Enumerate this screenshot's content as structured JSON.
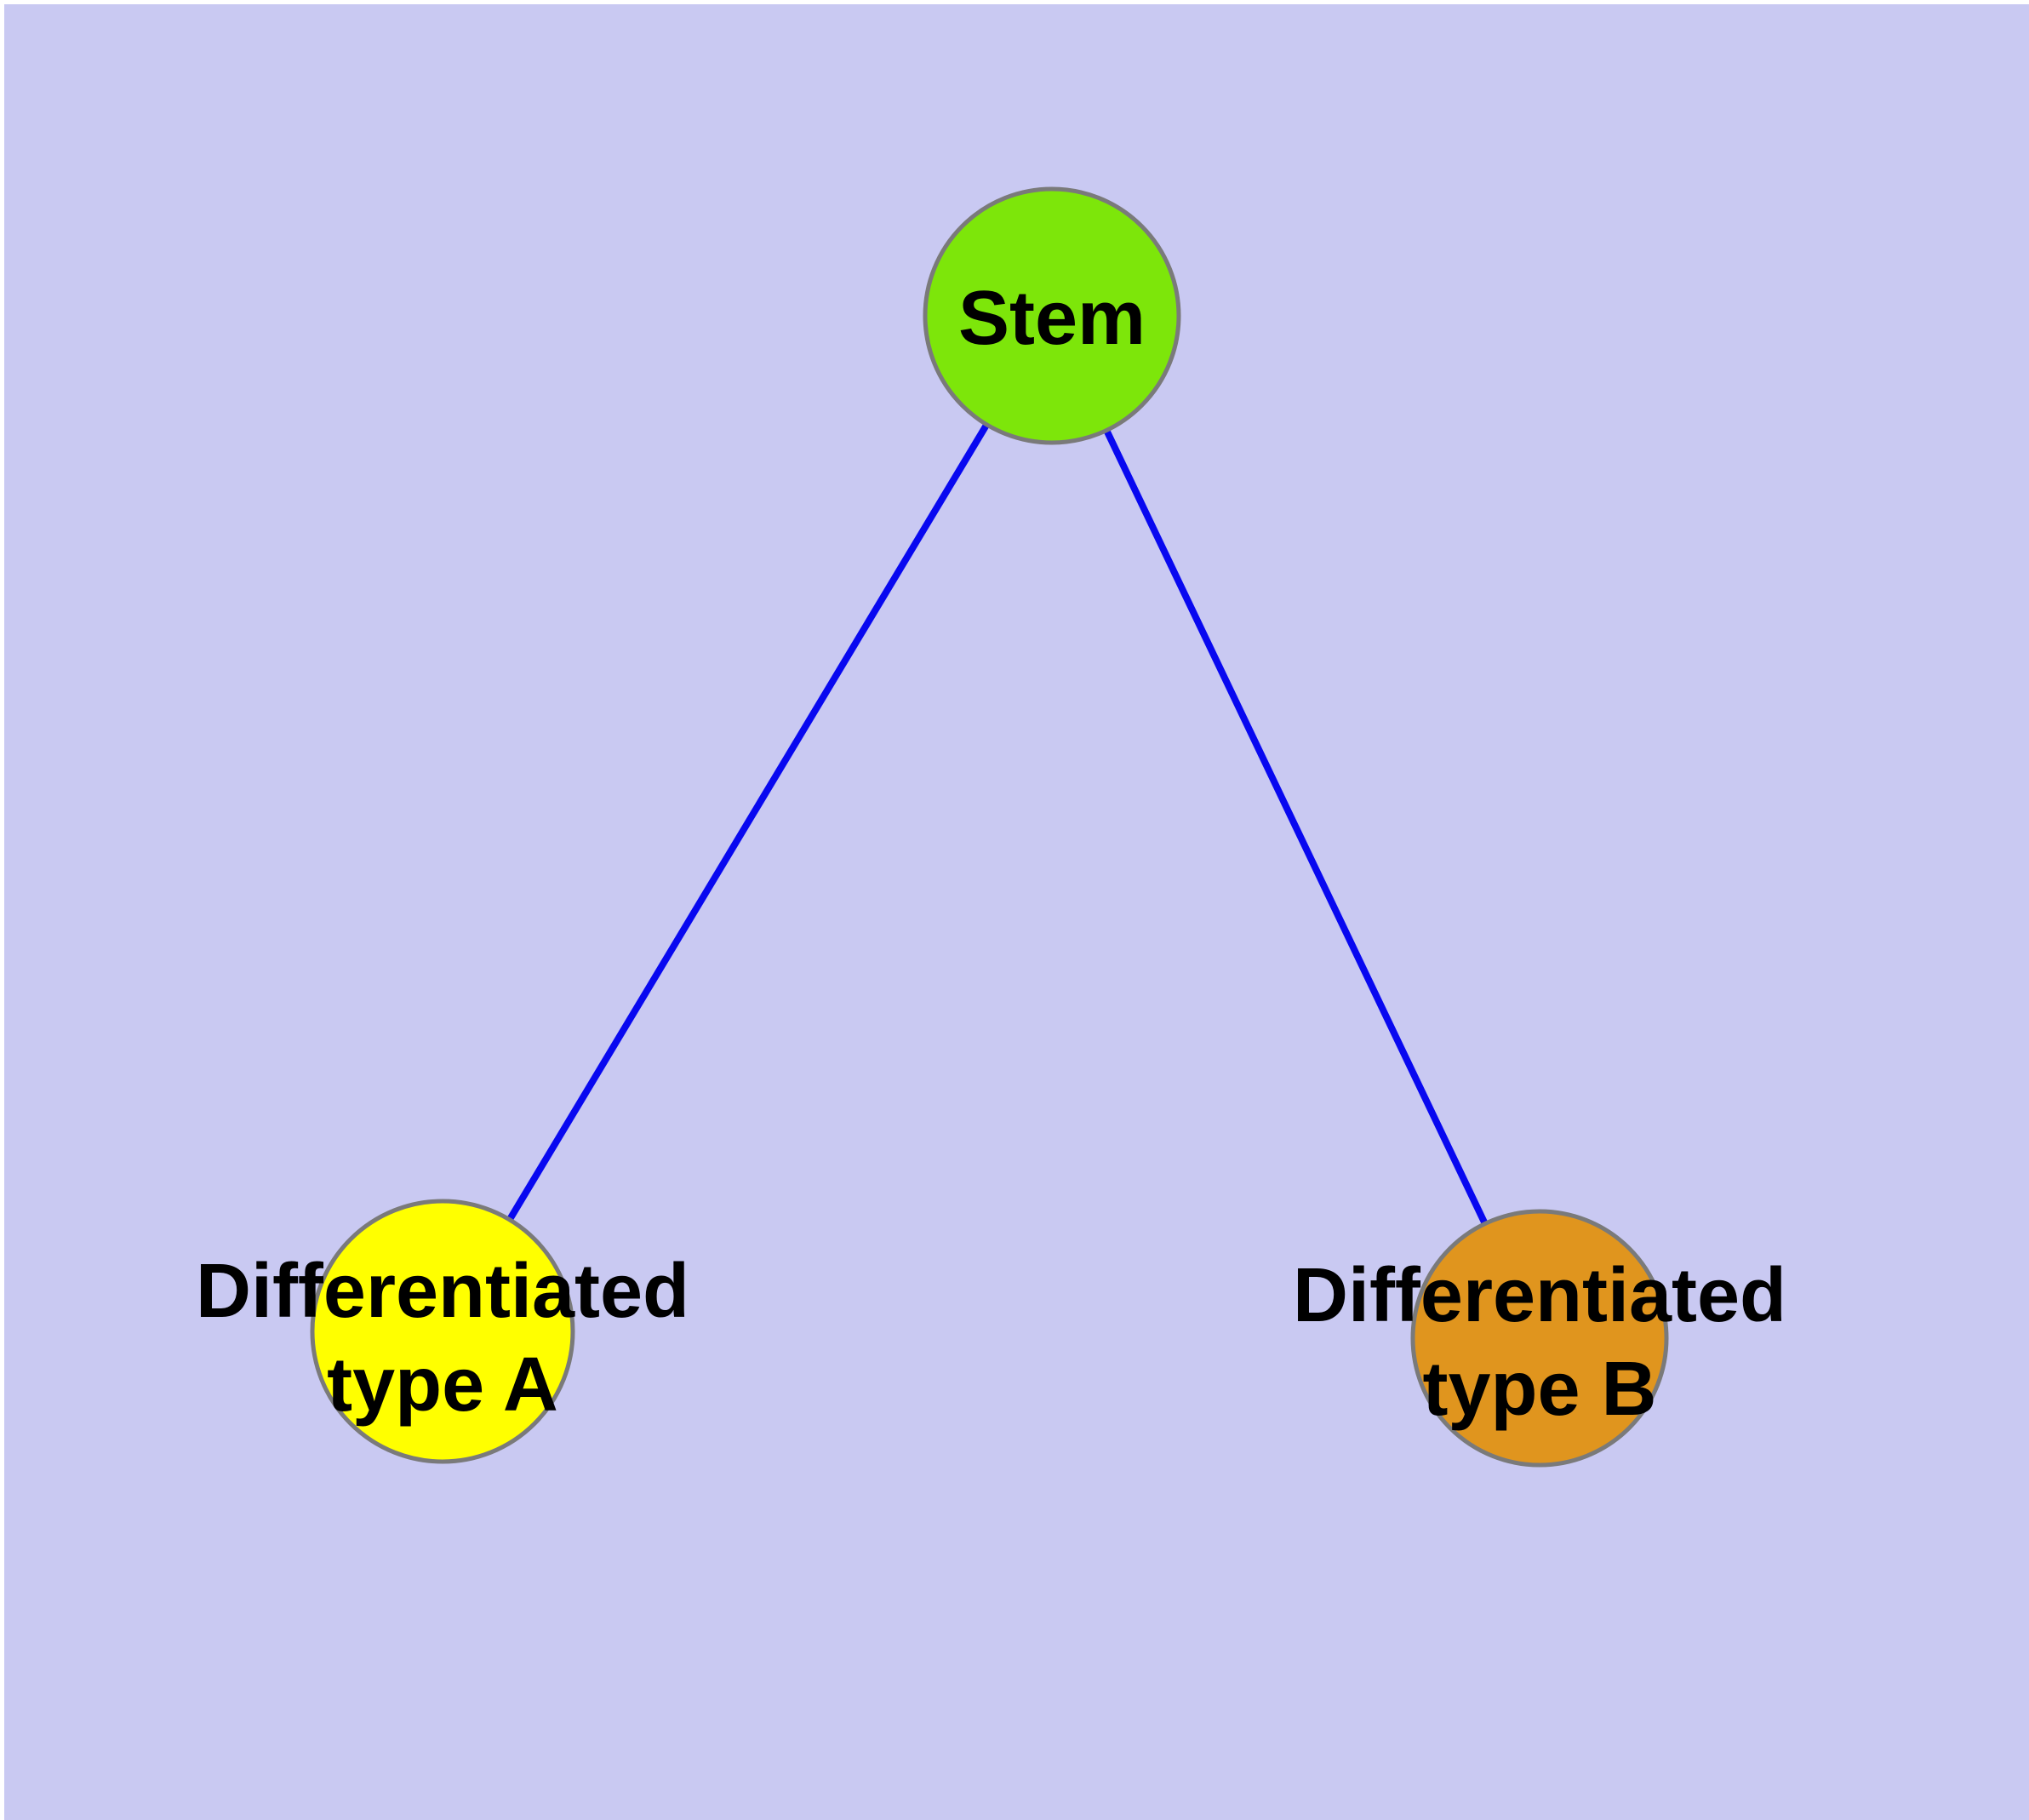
{
  "diagram": {
    "title": "",
    "background_color": "#C9C9F2",
    "margin_color": "#FFFFFF",
    "node_border_color": "#7A7A7A",
    "edge_color": "#0808F0",
    "label_color": "#000000",
    "nodes": [
      {
        "id": "stem",
        "label": "Stem",
        "fill": "#7DE60A"
      },
      {
        "id": "differentiated-type-a",
        "lines": [
          "Differentiated",
          "type A"
        ],
        "fill": "#FFFF00"
      },
      {
        "id": "differentiated-type-b",
        "lines": [
          "Differentiated",
          "type B"
        ],
        "fill": "#E0951E"
      }
    ],
    "edges": [
      {
        "from": "Stem",
        "to": "Differentiated type A"
      },
      {
        "from": "Stem",
        "to": "Differentiated type B"
      }
    ]
  }
}
